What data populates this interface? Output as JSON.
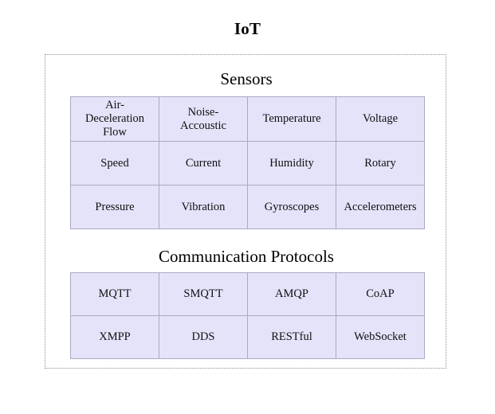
{
  "title": "IoT",
  "container": {
    "name": "iot-container",
    "border_style": "dotted",
    "border_color": "#8e8e8e"
  },
  "theme": {
    "cell_fill": "#e4e3fa",
    "cell_border": "#a9a9bf",
    "text_color": "#101010",
    "background": "#ffffff"
  },
  "sections": [
    {
      "heading": "Sensors",
      "columns": 4,
      "rows": [
        [
          "Air-\nDeceleration\nFlow",
          "Noise-\nAccoustic",
          "Temperature",
          "Voltage"
        ],
        [
          "Speed",
          "Current",
          "Humidity",
          "Rotary"
        ],
        [
          "Pressure",
          "Vibration",
          "Gyroscopes",
          "Accelerometers"
        ]
      ]
    },
    {
      "heading": "Communication Protocols",
      "columns": 4,
      "rows": [
        [
          "MQTT",
          "SMQTT",
          "AMQP",
          "CoAP"
        ],
        [
          "XMPP",
          "DDS",
          "RESTful",
          "WebSocket"
        ]
      ]
    }
  ]
}
